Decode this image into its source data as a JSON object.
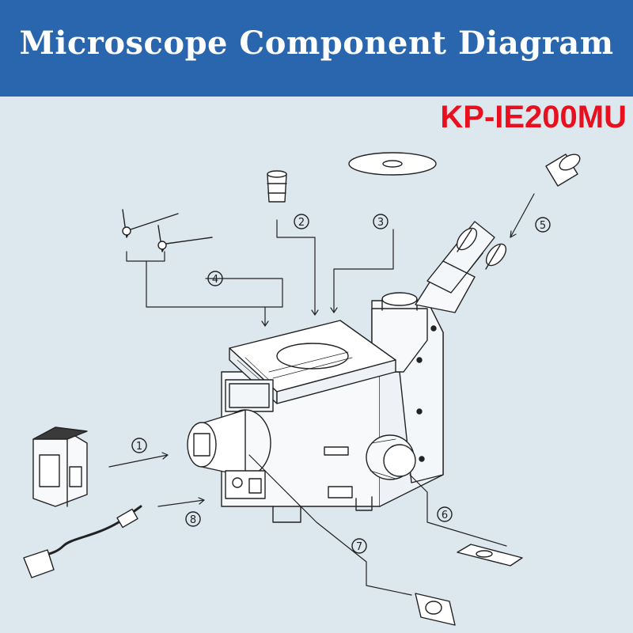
{
  "header": {
    "title": "Microscope Component Diagram"
  },
  "model": {
    "label": "KP-IE200MU"
  },
  "callouts": [
    {
      "id": "1",
      "label": "1"
    },
    {
      "id": "2",
      "label": "2"
    },
    {
      "id": "3",
      "label": "3"
    },
    {
      "id": "4",
      "label": "4"
    },
    {
      "id": "5",
      "label": "5"
    },
    {
      "id": "6",
      "label": "6"
    },
    {
      "id": "7",
      "label": "7"
    },
    {
      "id": "8",
      "label": "8"
    }
  ],
  "colors": {
    "banner": "#2a66ad",
    "model_text": "#e8101e",
    "background": "#dde7ee",
    "line": "#222222"
  },
  "icons": [
    "microscope-body-icon",
    "power-adapter-icon",
    "power-cable-icon",
    "eyepiece-icon",
    "objective-icon",
    "stage-plate-icon",
    "stage-clips-icon",
    "slider-icon"
  ]
}
